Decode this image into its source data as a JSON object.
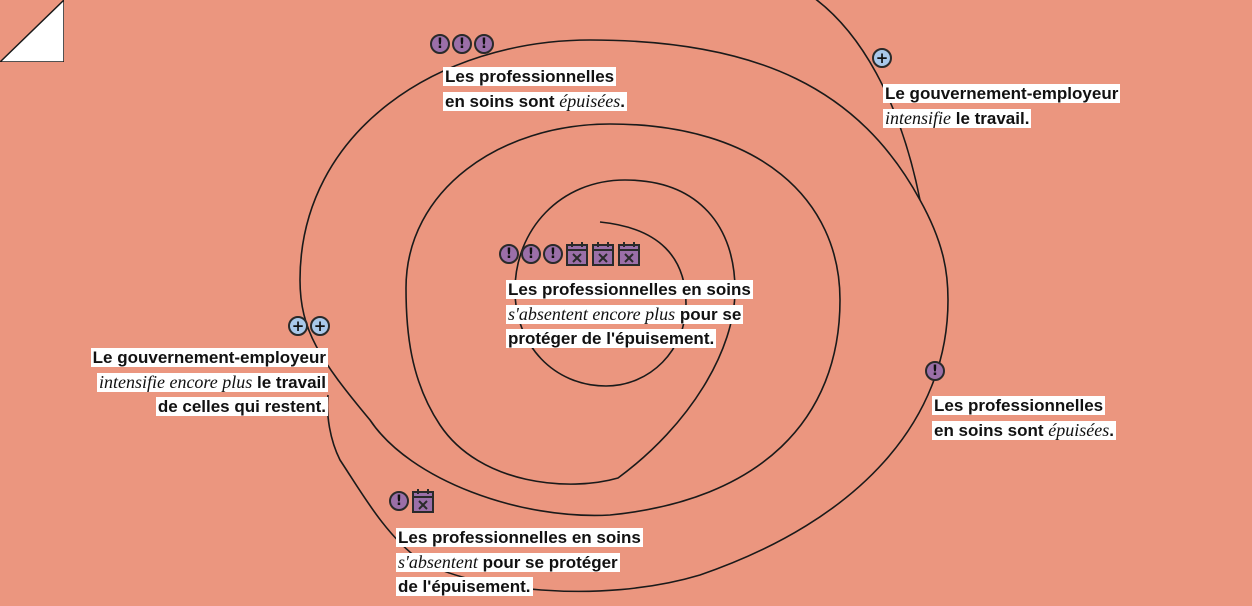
{
  "colors": {
    "background": "#eb967f",
    "warning_icon": "#9b6fa8",
    "plus_icon": "#a9c8ea",
    "line": "#1a1a1a",
    "label_bg": "#ffffff"
  },
  "nodes": [
    {
      "id": "top",
      "icons": [
        "exclamation-icon",
        "exclamation-icon",
        "exclamation-icon"
      ],
      "lines": [
        [
          {
            "t": "Les professionnelles"
          }
        ],
        [
          {
            "t": "en soins sont "
          },
          {
            "t": "épuisées",
            "em": true
          },
          {
            "t": "."
          }
        ]
      ]
    },
    {
      "id": "top-right",
      "icons": [
        "plus-icon"
      ],
      "lines": [
        [
          {
            "t": "Le gouvernement-employeur"
          }
        ],
        [
          {
            "t": "intensifie",
            "em": true
          },
          {
            "t": " le travail."
          }
        ]
      ]
    },
    {
      "id": "center",
      "icons": [
        "exclamation-icon",
        "exclamation-icon",
        "exclamation-icon",
        "calendar-x-icon",
        "calendar-x-icon",
        "calendar-x-icon"
      ],
      "lines": [
        [
          {
            "t": "Les professionnelles en soins"
          }
        ],
        [
          {
            "t": "s'absentent encore plus",
            "em": true
          },
          {
            "t": " pour se"
          }
        ],
        [
          {
            "t": "protéger de l'épuisement."
          }
        ]
      ]
    },
    {
      "id": "left",
      "icons": [
        "plus-icon",
        "plus-icon"
      ],
      "lines": [
        [
          {
            "t": "Le gouvernement-employeur"
          }
        ],
        [
          {
            "t": "intensifie encore plus",
            "em": true
          },
          {
            "t": " le travail"
          }
        ],
        [
          {
            "t": "de celles qui restent."
          }
        ]
      ]
    },
    {
      "id": "right",
      "icons": [
        "exclamation-icon"
      ],
      "lines": [
        [
          {
            "t": "Les professionnelles"
          }
        ],
        [
          {
            "t": "en soins sont "
          },
          {
            "t": "épuisées",
            "em": true
          },
          {
            "t": "."
          }
        ]
      ]
    },
    {
      "id": "bottom",
      "icons": [
        "exclamation-icon",
        "calendar-x-icon"
      ],
      "lines": [
        [
          {
            "t": "Les professionnelles en soins"
          }
        ],
        [
          {
            "t": "s'absentent",
            "em": true
          },
          {
            "t": " pour se protéger"
          }
        ],
        [
          {
            "t": "de l'épuisement."
          }
        ]
      ]
    }
  ]
}
